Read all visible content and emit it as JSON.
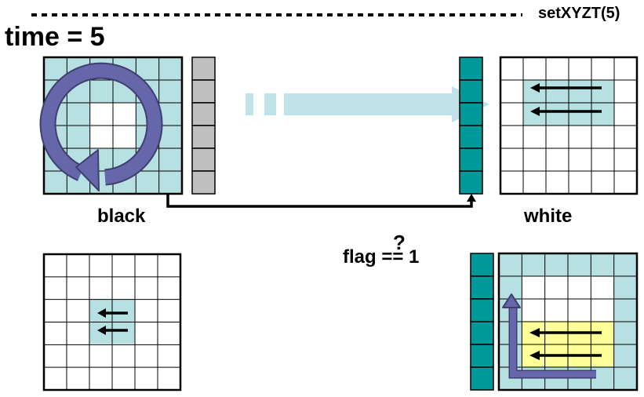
{
  "header": {
    "title": "setXYZT(5)",
    "time_label": "time = 5"
  },
  "labels": {
    "black": "black",
    "white": "white",
    "flag": "flag == 1",
    "question": "?"
  },
  "colors": {
    "light_cyan": "#B7E0E3",
    "teal": "#009999",
    "gray": "#C0C0C0",
    "yellow": "#FFFF99",
    "arrow_purple": "#6666AA",
    "transfer_arrow": "#BFE3E8",
    "line": "#000000"
  },
  "icons": {
    "rotation": "circular-arrow-icon",
    "transfer": "transfer-arrow-icon",
    "corner": "corner-arrow-icon"
  }
}
